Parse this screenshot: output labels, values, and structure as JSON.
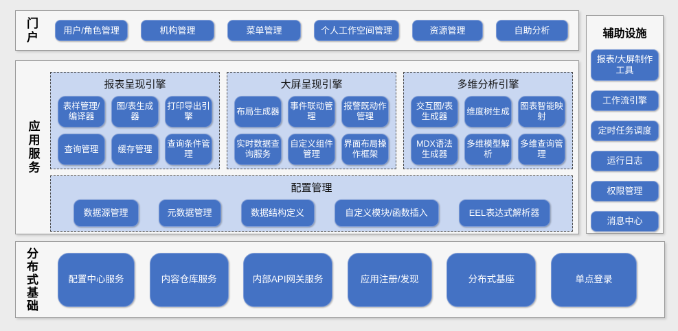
{
  "colors": {
    "page_bg": "#ececec",
    "panel_bg": "#f6f6f6",
    "panel_border": "#999999",
    "node_fill": "#4472c4",
    "node_border": "#7d9bd6",
    "node_text": "#ffffff",
    "group_fill": "#c9d7f1",
    "group_border_dashed": "#4a4a4a"
  },
  "portal": {
    "label": "门户",
    "items": [
      "用户/角色管理",
      "机构管理",
      "菜单管理",
      "个人工作空间管理",
      "资源管理",
      "自助分析"
    ]
  },
  "app_services": {
    "label": "应用服务",
    "engines": [
      {
        "title": "报表呈现引擎",
        "items": [
          "表样管理/编译器",
          "图/表生成器",
          "打印导出引擎",
          "查询管理",
          "缓存管理",
          "查询条件管理"
        ]
      },
      {
        "title": "大屏呈现引擎",
        "items": [
          "布局生成器",
          "事件联动管理",
          "报警既动作管理",
          "实时数据查询服务",
          "自定义组件管理",
          "界面布局操作框架"
        ]
      },
      {
        "title": "多维分析引擎",
        "items": [
          "交互图/表生成器",
          "维度树生成",
          "图表智能映射",
          "MDX语法生成器",
          "多维模型解析",
          "多维查询管理"
        ]
      }
    ],
    "config": {
      "title": "配置管理",
      "items": [
        "数据源管理",
        "元数据管理",
        "数据结构定义",
        "自定义模块/函数插入",
        "EEL表达式解析器"
      ]
    }
  },
  "auxiliary": {
    "title": "辅助设施",
    "items": [
      "报表/大屏制作工具",
      "工作流引擎",
      "定时任务调度",
      "运行日志",
      "权限管理",
      "消息中心"
    ]
  },
  "distributed": {
    "label": "分布式基础",
    "items": [
      "配置中心服务",
      "内容仓库服务",
      "内部API网关服务",
      "应用注册/发现",
      "分布式基座",
      "单点登录"
    ]
  }
}
